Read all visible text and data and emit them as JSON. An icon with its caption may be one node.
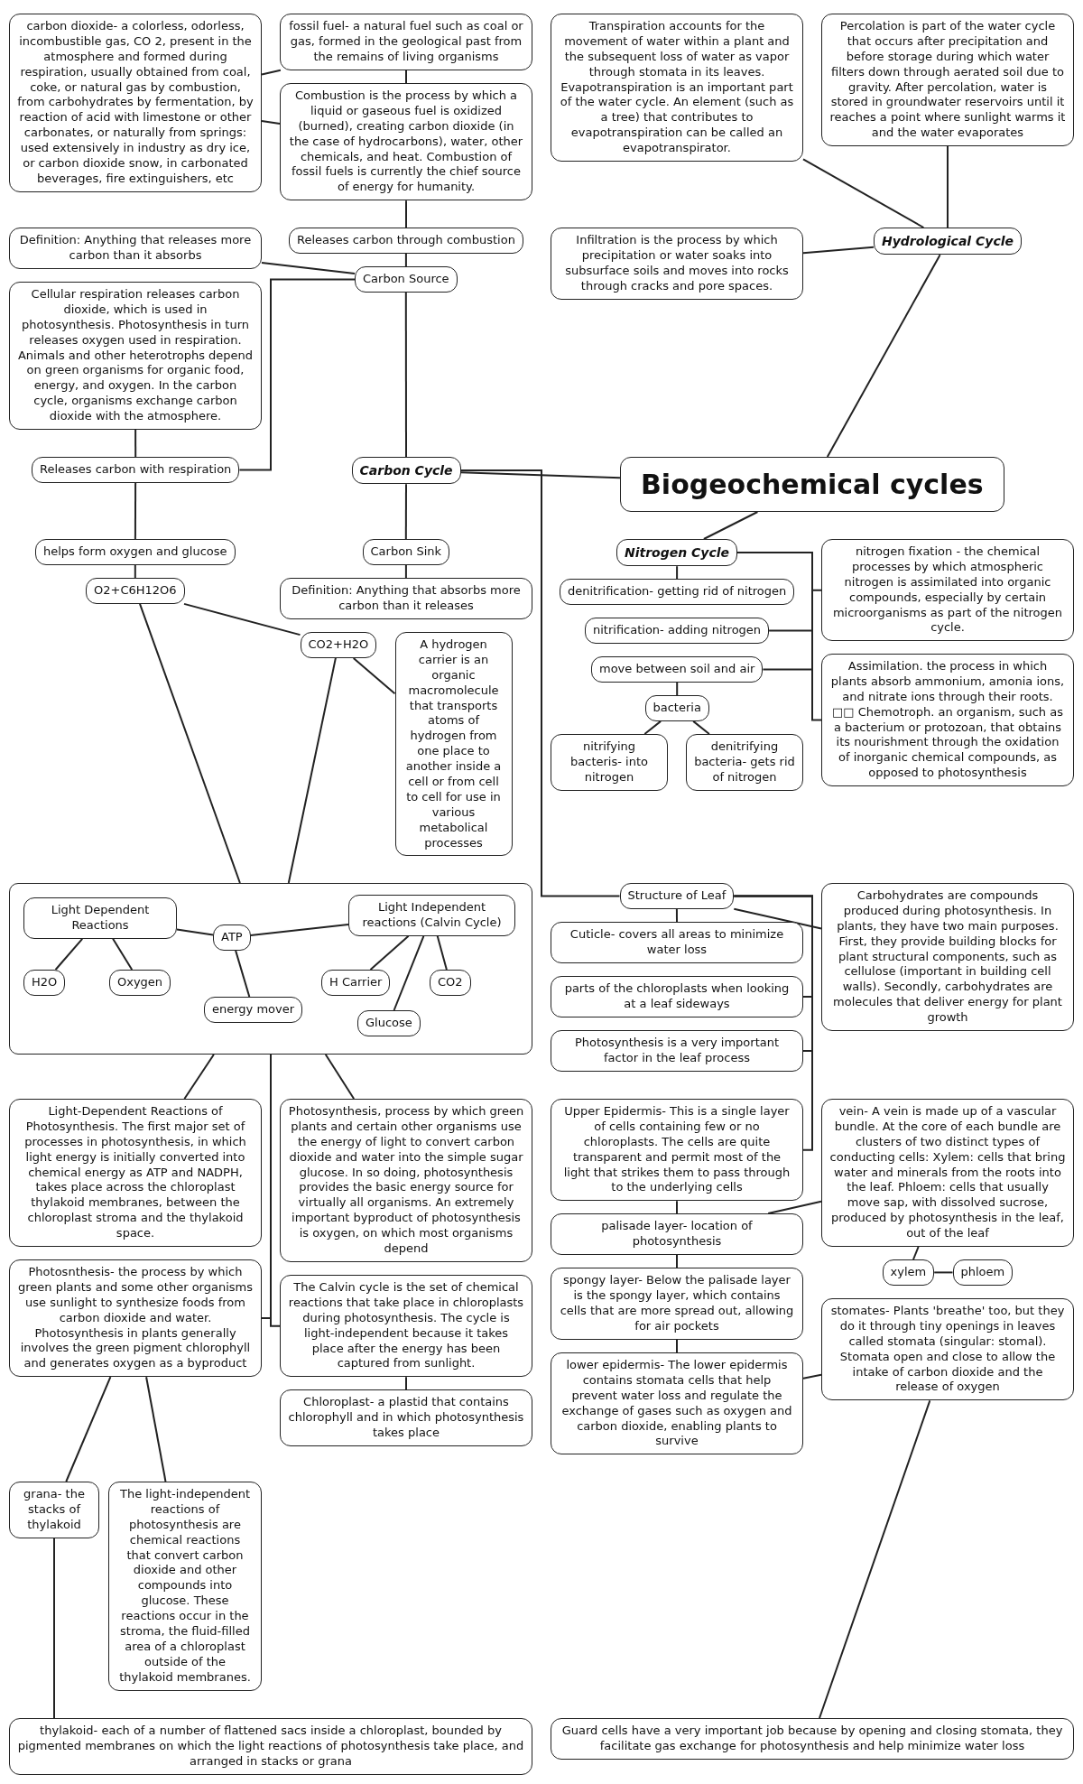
{
  "diagram": {
    "nodes": [
      {
        "text": [
          "Biogeochemical cycles"
        ]
      },
      {
        "text": [
          "Hydrological Cycle"
        ]
      },
      {
        "text": [
          "Transpiration accounts for the movement of water within a plant and the subsequent loss of water as vapor through stomata in its leaves. Evapotranspiration is an important part of the water cycle. An element (such as a tree) that contributes to evapotranspiration can be called an evapotranspirator."
        ]
      },
      {
        "text": [
          "Percolation is part of the water cycle that occurs after precipitation and before storage during which water filters down through aerated soil due to gravity. After percolation, water is stored in groundwater reservoirs until it reaches a point where sunlight warms it and the water evaporates"
        ]
      },
      {
        "text": [
          "Infiltration is the process by which precipitation or water soaks into subsurface soils and moves into rocks through cracks and pore spaces."
        ]
      },
      {
        "text": [
          "carbon dioxide- a colorless, odorless, incombustible gas, CO 2, present in the atmosphere and formed during respiration, usually obtained from coal, coke, or natural gas by combustion, from carbohydrates by fermentation, by reaction of acid with limestone or other carbonates, or naturally from springs: used extensively in industry as dry ice, or carbon dioxide snow, in carbonated beverages, fire extinguishers, etc"
        ]
      },
      {
        "text": [
          "fossil fuel- a natural fuel such as coal or gas, formed in the geological past from the remains of living organisms"
        ]
      },
      {
        "text": [
          "Combustion is the process by which a liquid or gaseous fuel is oxidized (burned), creating carbon dioxide (in the case of hydrocarbons), water, other chemicals, and heat. Combustion of fossil fuels is currently the chief source of energy for humanity."
        ]
      },
      {
        "text": [
          "Definition: Anything that releases more carbon than it absorbs"
        ]
      },
      {
        "text": [
          "Releases carbon through combustion"
        ]
      },
      {
        "text": [
          "Carbon Source"
        ]
      },
      {
        "text": [
          "Carbon Cycle"
        ]
      },
      {
        "text": [
          "Cellular respiration releases carbon dioxide, which is used in photosynthesis. Photosynthesis in turn releases oxygen used in respiration. Animals and other heterotrophs depend on green organisms for organic food, energy, and oxygen. In the carbon cycle, organisms exchange carbon dioxide with the atmosphere."
        ]
      },
      {
        "text": [
          "Releases carbon with respiration"
        ]
      },
      {
        "text": [
          "helps form oxygen and glucose"
        ]
      },
      {
        "text": [
          "O2+C6H12O6"
        ]
      },
      {
        "text": [
          "CO2+H2O"
        ]
      },
      {
        "text": [
          "Carbon Sink"
        ]
      },
      {
        "text": [
          "Definition: Anything that absorbs more carbon than it releases"
        ]
      },
      {
        "text": [
          "A hydrogen carrier is an organic macromolecule that transports atoms of hydrogen from one place to another inside a cell or from cell to cell for use in various metabolical processes"
        ]
      },
      {
        "text": [
          "Light-Dependent Reactions of Photosynthesis. The first major set of processes in photosynthesis, in which light energy is initially converted into chemical energy as ATP and NADPH, takes place across the chloroplast thylakoid membranes, between the chloroplast stroma and the thylakoid space."
        ]
      },
      {
        "text": [
          "Photosynthesis, process by which green plants and certain other organisms use the energy of light to convert carbon dioxide and water into the simple sugar glucose. In so doing, photosynthesis provides the basic energy source for virtually all organisms. An extremely important byproduct of photosynthesis is oxygen, on which most organisms depend"
        ]
      },
      {
        "text": [],
        "shape": "box"
      },
      {
        "text": [
          "H2O"
        ],
        "in": 22
      },
      {
        "text": [
          "Light Dependent Reactions"
        ],
        "in": 22
      },
      {
        "text": [
          "Oxygen"
        ],
        "in": 22
      },
      {
        "text": [
          "H Carrier"
        ],
        "in": 22
      },
      {
        "text": [
          "Light Independent reactions (Calvin Cycle)"
        ],
        "in": 22
      },
      {
        "text": [
          "CO2"
        ],
        "in": 22
      },
      {
        "text": [
          "ATP"
        ],
        "in": 22
      },
      {
        "text": [
          "energy mover"
        ],
        "in": 22
      },
      {
        "text": [
          "Glucose"
        ],
        "in": 22
      },
      {
        "text": [
          "Photosnthesis- the process by which green plants and some other organisms use sunlight to synthesize foods from carbon dioxide and water. Photosynthesis in plants generally involves the green pigment chlorophyll and generates oxygen as a byproduct"
        ]
      },
      {
        "text": [
          "The Calvin cycle is the set of chemical reactions that take place in chloroplasts during photosynthesis. The cycle is light-independent because it takes place after the energy has been captured from sunlight."
        ]
      },
      {
        "text": [
          "Chloroplast- a plastid that contains chlorophyll and in which photosynthesis takes place"
        ]
      },
      {
        "text": [
          "grana- the stacks of thylakoid"
        ]
      },
      {
        "text": [
          "thylakoid- each of a number of flattened sacs inside a chloroplast, bounded by pigmented membranes on which the light reactions of photosynthesis take place, and arranged in stacks or grana"
        ]
      },
      {
        "text": [
          "The light-independent reactions of photosynthesis are chemical reactions that convert carbon dioxide and other compounds into glucose. These reactions occur in the stroma, the fluid-filled area of a chloroplast outside of the thylakoid membranes."
        ]
      },
      {
        "text": [
          "denitrification- getting rid of nitrogen"
        ]
      },
      {
        "text": [
          "Nitrogen Cycle"
        ]
      },
      {
        "text": [
          "nitrification- adding nitrogen"
        ]
      },
      {
        "text": [
          "nitrogen fixation - the chemical processes by which atmospheric nitrogen is assimilated into organic compounds, especially by certain microorganisms as part of the nitrogen cycle."
        ]
      },
      {
        "text": [
          "Assimilation. the process in which plants absorb ammonium, amonia ions, and nitrate ions through their roots. □□ Chemotroph. an organism, such as a bacterium or protozoan, that obtains its nourishment through the oxidation of inorganic chemical compounds, as opposed to photosynthesis"
        ]
      },
      {
        "text": [
          "move between soil and air"
        ]
      },
      {
        "text": [
          "bacteria"
        ]
      },
      {
        "text": [
          "nitrifying bacteris- into nitrogen"
        ]
      },
      {
        "text": [
          "denitrifying bacteria- gets rid of nitrogen"
        ]
      },
      {
        "text": [
          "Structure of Leaf"
        ]
      },
      {
        "text": [
          "Photosynthesis is a very important factor in the leaf process"
        ]
      },
      {
        "text": [
          "Cuticle- covers all areas to minimize water loss"
        ]
      },
      {
        "text": [
          "parts of the chloroplasts when looking at a leaf sideways"
        ]
      },
      {
        "text": [
          "Carbohydrates are compounds produced during photosynthesis. In plants, they have two main purposes. First, they provide building blocks for plant structural components, such as cellulose (important in building cell walls). Secondly, carbohydrates are molecules that deliver energy for plant growth"
        ]
      },
      {
        "text": [
          "Upper Epidermis- This is a single layer of cells containing few or no chloroplasts. The cells are quite transparent and permit most of the light that strikes them to pass through to the underlying cells"
        ]
      },
      {
        "text": [
          "palisade layer- location of photosynthesis"
        ]
      },
      {
        "text": [
          "vein- A vein is made up of a vascular bundle. At the core of each bundle are clusters of two distinct types of conducting cells: Xylem: cells that bring water and minerals from the roots into the leaf. Phloem: cells that usually move sap, with dissolved sucrose, produced by photosynthesis in the leaf, out of the leaf"
        ]
      },
      {
        "text": [
          "xylem"
        ]
      },
      {
        "text": [
          "phloem"
        ]
      },
      {
        "text": [
          "spongy layer- Below the palisade layer is the spongy layer, which contains cells that are more spread out, allowing for air pockets"
        ]
      },
      {
        "text": [
          "lower epidermis- The lower epidermis contains stomata cells that help prevent water loss and regulate the exchange of gases such as oxygen and carbon dioxide, enabling plants to survive"
        ]
      },
      {
        "text": [
          "stomates- Plants 'breathe' too, but they do it through tiny openings in leaves called stomata (singular: stomal). Stomata open and close to allow the intake of carbon dioxide and the release of oxygen"
        ]
      },
      {
        "text": [
          "Guard cells have a very important job because by opening and closing stomata, they facilitate gas exchange for photosynthesis and help minimize water loss"
        ]
      }
    ],
    "edges": [
      {
        "from": 0,
        "to": 1,
        "arrow": "none"
      },
      {
        "from": 0,
        "to": 11,
        "arrow": "none"
      },
      {
        "from": 0,
        "to": 39,
        "arrow": "none"
      },
      {
        "from": 1,
        "to": 2,
        "arrow": "none"
      },
      {
        "from": 1,
        "to": 3,
        "arrow": "none"
      },
      {
        "from": 1,
        "to": 4,
        "arrow": "none"
      },
      {
        "from": 7,
        "to": 5,
        "arrow": "none"
      },
      {
        "from": 6,
        "to": 5,
        "arrow": "none"
      },
      {
        "from": 6,
        "to": 7,
        "arrow": "none"
      },
      {
        "from": 9,
        "to": 7,
        "arrow": "none"
      },
      {
        "from": 10,
        "to": 9,
        "arrow": "none"
      },
      {
        "from": 10,
        "to": 8,
        "arrow": "none"
      },
      {
        "from": 11,
        "to": 10,
        "arrow": "none"
      },
      {
        "from": 10,
        "to": 13,
        "arrow": "none"
      },
      {
        "from": 13,
        "to": 12,
        "arrow": "none"
      },
      {
        "from": 13,
        "to": 14,
        "arrow": "none"
      },
      {
        "from": 14,
        "to": 15,
        "arrow": "none"
      },
      {
        "from": 15,
        "to": 16,
        "arrow": "none"
      },
      {
        "from": 16,
        "to": 19,
        "arrow": "none"
      },
      {
        "from": 11,
        "to": 17,
        "arrow": "none"
      },
      {
        "from": 17,
        "to": 18,
        "arrow": "none"
      },
      {
        "from": 15,
        "to": 22,
        "arrow": "none"
      },
      {
        "from": 16,
        "to": 22,
        "arrow": "none"
      },
      {
        "from": 22,
        "to": 21,
        "arrow": "none"
      },
      {
        "from": 22,
        "to": 20,
        "arrow": "none"
      },
      {
        "from": 22,
        "to": 32,
        "arrow": "none"
      },
      {
        "from": 22,
        "to": 33,
        "arrow": "none"
      },
      {
        "from": 24,
        "to": 23,
        "arrow": "none"
      },
      {
        "from": 24,
        "to": 25,
        "arrow": "none"
      },
      {
        "from": 24,
        "to": 29,
        "arrow": "none"
      },
      {
        "from": 29,
        "to": 30,
        "arrow": "none"
      },
      {
        "from": 27,
        "to": 26,
        "arrow": "none"
      },
      {
        "from": 27,
        "to": 28,
        "arrow": "none"
      },
      {
        "from": 27,
        "to": 31,
        "arrow": "none"
      },
      {
        "from": 27,
        "to": 29,
        "arrow": "none"
      },
      {
        "from": 33,
        "to": 34,
        "arrow": "none"
      },
      {
        "from": 32,
        "to": 35,
        "arrow": "none"
      },
      {
        "from": 35,
        "to": 36,
        "arrow": "none"
      },
      {
        "from": 32,
        "to": 37,
        "arrow": "none"
      },
      {
        "from": 39,
        "to": 38,
        "arrow": "none"
      },
      {
        "from": 39,
        "to": 40,
        "arrow": "none"
      },
      {
        "from": 39,
        "to": 41,
        "arrow": "none"
      },
      {
        "from": 39,
        "to": 42,
        "arrow": "none"
      },
      {
        "from": 39,
        "to": 43,
        "arrow": "none"
      },
      {
        "from": 43,
        "to": 44,
        "arrow": "none"
      },
      {
        "from": 44,
        "to": 45,
        "arrow": "none"
      },
      {
        "from": 44,
        "to": 46,
        "arrow": "none"
      },
      {
        "from": 11,
        "to": 47,
        "arrow": "none"
      },
      {
        "from": 47,
        "to": 48,
        "arrow": "none"
      },
      {
        "from": 47,
        "to": 49,
        "arrow": "none"
      },
      {
        "from": 47,
        "to": 50,
        "arrow": "none"
      },
      {
        "from": 47,
        "to": 51,
        "arrow": "none"
      },
      {
        "from": 47,
        "to": 52,
        "arrow": "none"
      },
      {
        "from": 52,
        "to": 53,
        "arrow": "none"
      },
      {
        "from": 53,
        "to": 54,
        "arrow": "none"
      },
      {
        "from": 54,
        "to": 55,
        "arrow": "none"
      },
      {
        "from": 55,
        "to": 56,
        "arrow": "none"
      },
      {
        "from": 53,
        "to": 57,
        "arrow": "none"
      },
      {
        "from": 57,
        "to": 58,
        "arrow": "none"
      },
      {
        "from": 58,
        "to": 59,
        "arrow": "none"
      },
      {
        "from": 59,
        "to": 60,
        "arrow": "none"
      }
    ]
  }
}
